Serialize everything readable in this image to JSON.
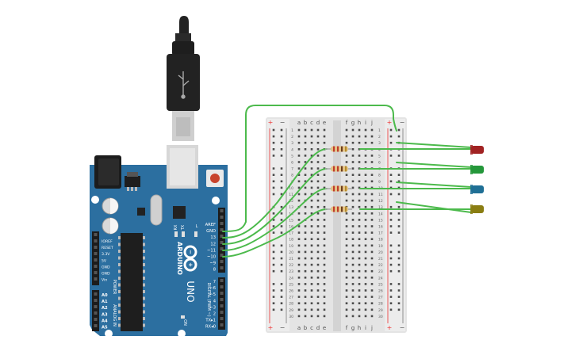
{
  "arduino": {
    "brand": "ARDUINO",
    "model": "UNO",
    "on_label": "ON",
    "tx_label": "TX",
    "rx_label": "RX",
    "l_label": "L",
    "digital_label": "DIGITAL (PWM ~)",
    "power_label": "POWER",
    "analog_label": "ANALOG IN",
    "header_top": [
      "AREF",
      "GND",
      "13",
      "12",
      "~11",
      "~10",
      "~9",
      "8"
    ],
    "header_bottom": [
      "7",
      "~6",
      "~5",
      "4",
      "~3",
      "2",
      "TX▸1",
      "RX◂0"
    ],
    "power_pins": [
      "IOREF",
      "RESET",
      "3.3V",
      "5V",
      "GND",
      "GND",
      "Vin"
    ],
    "analog_pins": [
      "A0",
      "A1",
      "A2",
      "A3",
      "A4",
      "A5"
    ]
  },
  "breadboard": {
    "cols_left": [
      "a",
      "b",
      "c",
      "d",
      "e"
    ],
    "cols_right": [
      "f",
      "g",
      "h",
      "i",
      "j"
    ],
    "plus": "+",
    "minus": "−",
    "rows": 30
  },
  "colors": {
    "board": "#2c6fa0",
    "wire": "#4cba4c",
    "led_red": "#a12222",
    "led_green": "#24973a",
    "led_blue": "#1f6f95",
    "led_olive": "#8a7d12",
    "breadboard": "#e4e4e4"
  },
  "leds": [
    "led_red",
    "led_green",
    "led_blue",
    "led_olive"
  ]
}
